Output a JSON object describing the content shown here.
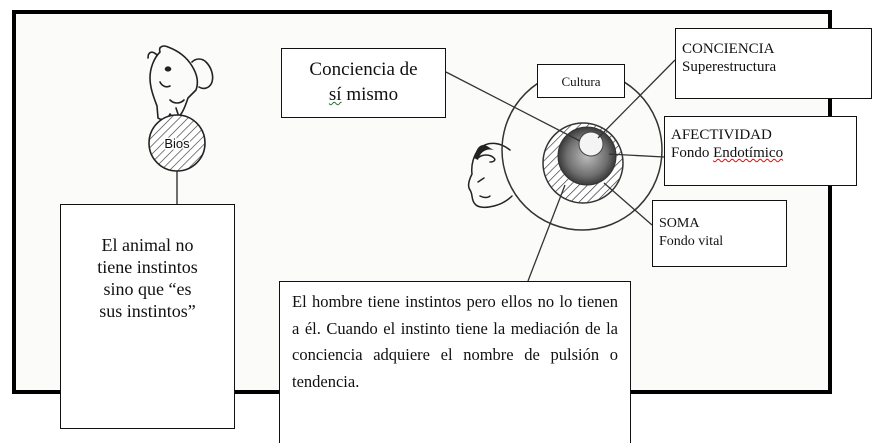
{
  "boxes": {
    "conciencia_de_si_mismo": {
      "line1": "Conciencia de",
      "line2_a": "sí",
      "line2_b": " mismo"
    },
    "cultura": "Cultura",
    "conciencia": {
      "title": "CONCIENCIA",
      "subtitle": "Superestructura"
    },
    "afectividad": {
      "title": "AFECTIVIDAD",
      "subtitle_a": "Fondo ",
      "subtitle_b": "Endotímico"
    },
    "soma": {
      "title": "SOMA",
      "subtitle": "Fondo vital"
    },
    "animal": {
      "lines": [
        "El animal no",
        "tiene instintos",
        "sino que “es",
        "sus instintos”"
      ]
    },
    "hombre": {
      "text": "El hombre tiene instintos pero ellos no lo tienen a él. Cuando el instinto tiene la mediación de la conciencia adquiere el nombre de pulsión o tendencia."
    }
  },
  "figure_labels": {
    "bios": "Bios"
  }
}
